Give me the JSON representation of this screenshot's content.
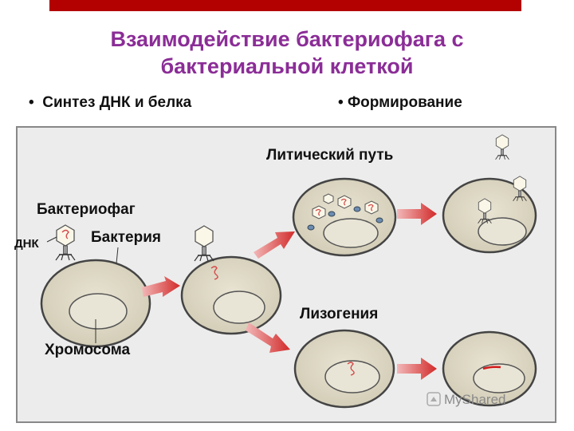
{
  "title_line1": "Взаимодействие бактериофага с",
  "title_line2": "бактериальной клеткой",
  "bullets": [
    "Синтез ДНК и белка",
    "Формирование"
  ],
  "labels": {
    "bacteriophage": "Бактериофаг",
    "dna": "ДНК",
    "bacterium": "Бактерия",
    "chromosome": "Хромосома",
    "lytic_path": "Литический путь",
    "lysogeny": "Лизогения"
  },
  "watermark": "MyShared",
  "colors": {
    "title": "#8b2d97",
    "accent_bar": "#b30000",
    "arrow": "#d22a2a",
    "dna": "#d24a4a"
  }
}
